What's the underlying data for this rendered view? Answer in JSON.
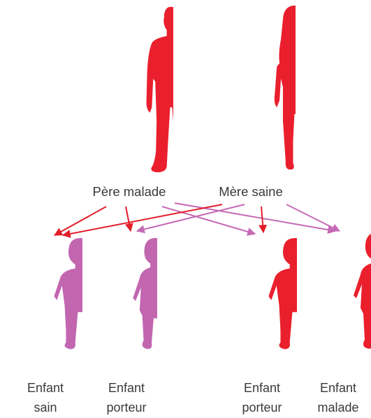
{
  "parents": {
    "father": {
      "label": "Père malade",
      "left_color": "#c266b0",
      "right_color": "#ea1f2d"
    },
    "mother": {
      "label": "Mère saine",
      "left_color": "#c266b0",
      "right_color": "#ea1f2d"
    }
  },
  "children": [
    {
      "line1": "Enfant",
      "line2": "sain",
      "status": "healthy"
    },
    {
      "line1": "Enfant",
      "line2": "porteur",
      "status": "carrier"
    },
    {
      "line1": "Enfant",
      "line2": "porteur",
      "status": "carrier"
    },
    {
      "line1": "Enfant",
      "line2": "malade",
      "status": "sick"
    }
  ],
  "colors": {
    "healthy": "#c266b0",
    "affected": "#ea1f2d",
    "arrow_from_father": "#e31e2a",
    "arrow_from_mother": "#c56ab5",
    "text": "#3a3a3a"
  }
}
